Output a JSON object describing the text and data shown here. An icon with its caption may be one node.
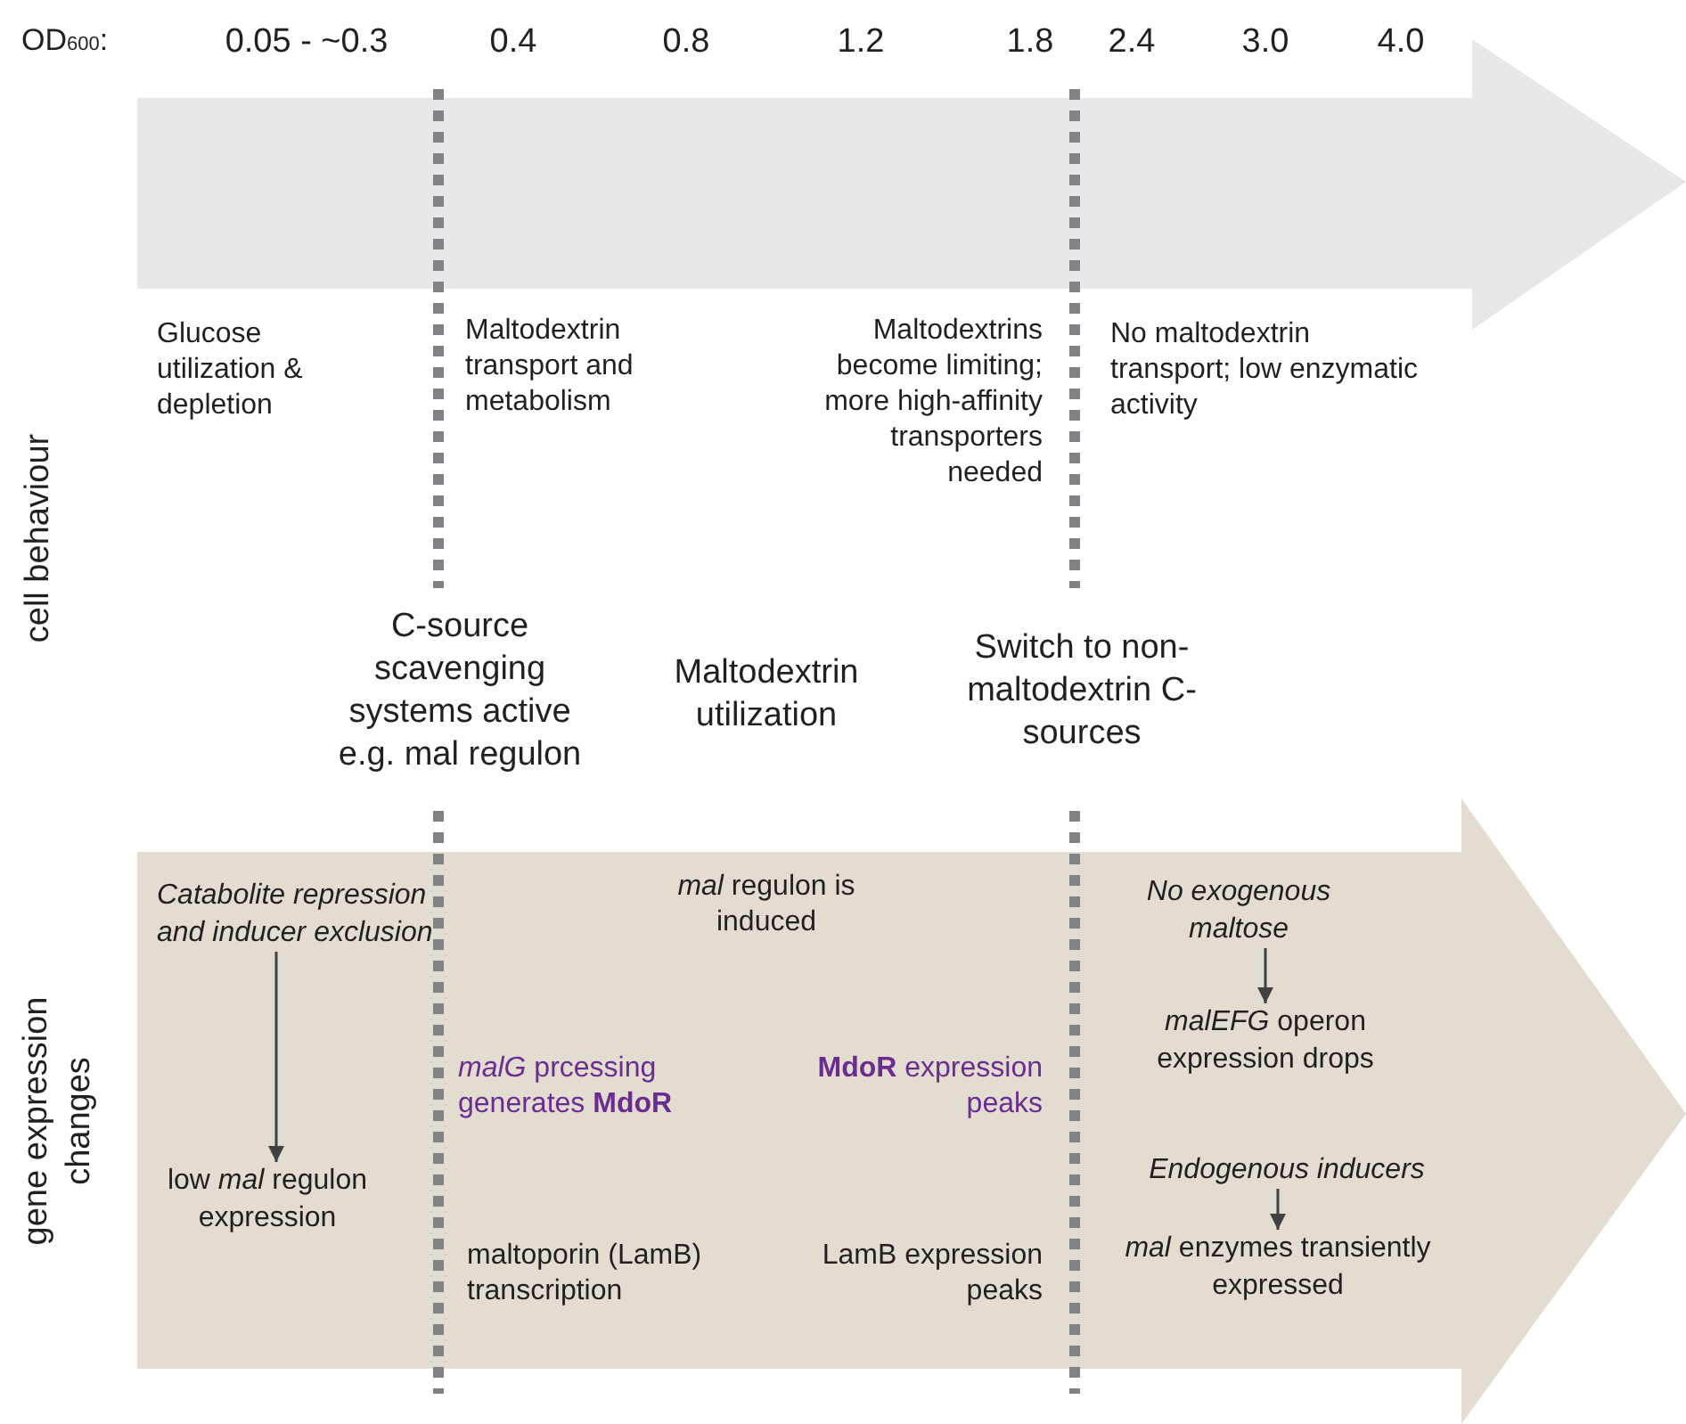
{
  "diagram": {
    "nodes": [
      {
        "text": [
          "Catabolite repression and inducer exclusion"
        ]
      },
      {
        "text": [
          "low *mal* regulon expression"
        ]
      },
      {
        "text": [
          "No exogenous maltose"
        ]
      },
      {
        "text": [
          "*malEFG* operon expression drops"
        ]
      },
      {
        "text": [
          "Endogenous inducers"
        ]
      },
      {
        "text": [
          "*mal* enzymes transiently expressed"
        ]
      }
    ],
    "edges": [
      {
        "from": 0,
        "to": 1,
        "arrow": "to"
      },
      {
        "from": 2,
        "to": 3,
        "arrow": "to"
      },
      {
        "from": 4,
        "to": 5,
        "arrow": "to"
      }
    ],
    "labels": [
      "OD$_{600}$:",
      "0.05 - ~0.3",
      "0.4",
      "0.8",
      "1.2",
      "1.8",
      "2.4",
      "3.0",
      "4.0",
      "Glucose utilization & depletion",
      "Maltodextrin transport and metabolism",
      "Maltodextrins become limiting; more high-affinity transporters needed",
      "No maltodextrin transport; low enzymatic activity",
      "cell behaviour",
      "C-source scavenging systems active e.g. mal regulon",
      "Maltodextrin utilization",
      "Switch to non-maltodextrin C-sources",
      "gene expression changes",
      "*mal* regulon is induced",
      "*malG* prcessing generates **MdoR**",
      "**MdoR** expression peaks",
      "maltoporin (LamB) transcription",
      "LamB expression peaks"
    ]
  }
}
